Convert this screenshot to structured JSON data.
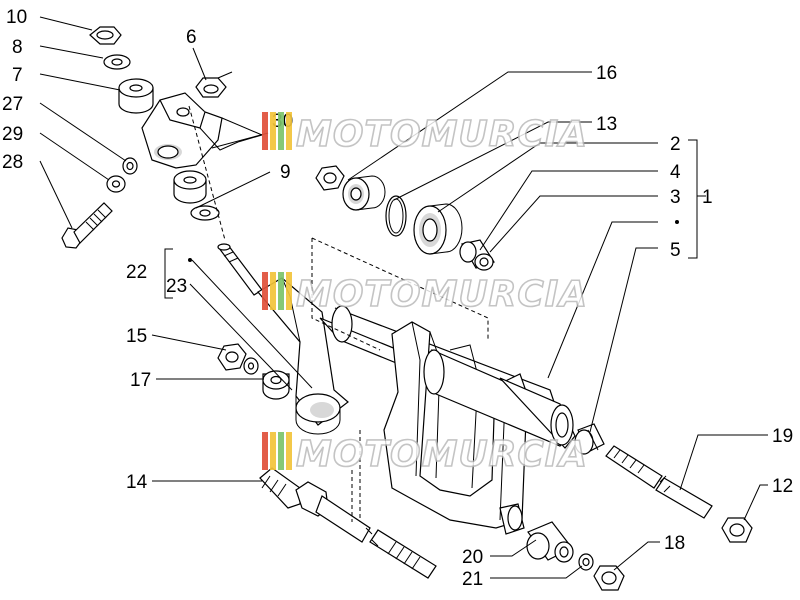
{
  "diagram": {
    "watermark": "MOTOMURCIA",
    "callouts": [
      "10",
      "8",
      "7",
      "27",
      "29",
      "28",
      "6",
      "30",
      "9",
      "16",
      "13",
      "2",
      "4",
      "3",
      "1",
      "5",
      "22",
      "23",
      "15",
      "17",
      "14",
      "19",
      "12",
      "20",
      "21",
      "18"
    ],
    "colors": {
      "line": "#000000",
      "watermark_outline": "#b8b8b8",
      "logo_red": "#e0503a",
      "logo_yellow": "#f2c43a",
      "logo_green": "#7cc46b"
    }
  }
}
